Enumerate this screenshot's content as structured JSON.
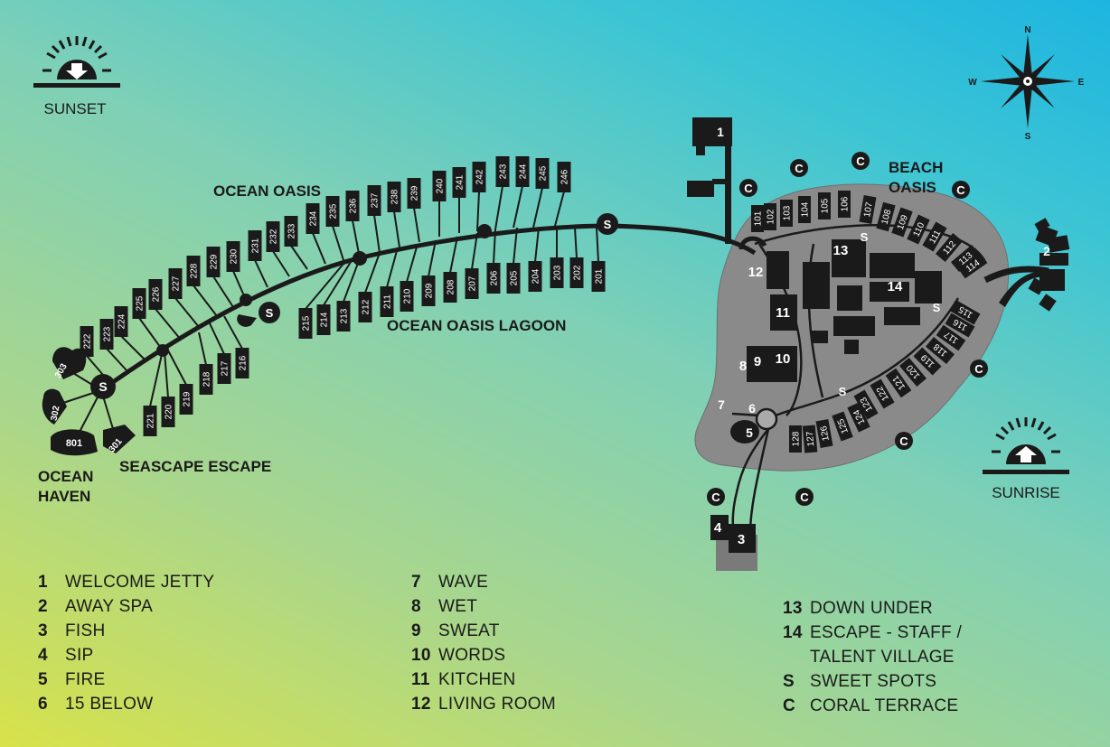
{
  "compass": {
    "n": "N",
    "e": "E",
    "s": "S",
    "w": "W"
  },
  "sun": {
    "sunset": "SUNSET",
    "sunrise": "SUNRISE"
  },
  "areas": {
    "ocean_oasis": "OCEAN OASIS",
    "ocean_oasis_lagoon": "OCEAN OASIS LAGOON",
    "beach_oasis_line1": "BEACH",
    "beach_oasis_line2": "OASIS",
    "seascape_escape": "SEASCAPE ESCAPE",
    "ocean_haven_line1": "OCEAN",
    "ocean_haven_line2": "HAVEN"
  },
  "villas": {
    "upper": [
      "222",
      "223",
      "224",
      "225",
      "226",
      "227",
      "228",
      "229",
      "230",
      "231",
      "232",
      "233",
      "234",
      "235",
      "236",
      "237",
      "238",
      "239",
      "240",
      "241",
      "242",
      "243",
      "244",
      "245",
      "246"
    ],
    "lower": [
      "221",
      "220",
      "219",
      "218",
      "217",
      "216",
      "215",
      "214",
      "213",
      "212",
      "211",
      "210",
      "209",
      "208",
      "207",
      "206",
      "205",
      "204",
      "203",
      "202",
      "201"
    ],
    "haven": [
      "303",
      "302",
      "801",
      "301"
    ],
    "island_top": [
      "101",
      "102",
      "103",
      "104",
      "105",
      "106",
      "107",
      "108",
      "109",
      "110",
      "111",
      "112",
      "113",
      "114"
    ],
    "island_bottom": [
      "115",
      "116",
      "117",
      "118",
      "119",
      "120",
      "121",
      "122",
      "123",
      "124",
      "125",
      "126",
      "127",
      "128"
    ]
  },
  "map_markers": {
    "sweet": "S",
    "coral": "C",
    "m1": "1",
    "m2": "2",
    "m3": "3",
    "m4": "4",
    "m5": "5",
    "m6": "6",
    "m7": "7",
    "m8": "8",
    "m9": "9",
    "m10": "10",
    "m11": "11",
    "m12": "12",
    "m13": "13",
    "m14": "14"
  },
  "legend": {
    "col1": [
      {
        "k": "1",
        "v": "WELCOME JETTY"
      },
      {
        "k": "2",
        "v": "AWAY SPA"
      },
      {
        "k": "3",
        "v": "FISH"
      },
      {
        "k": "4",
        "v": "SIP"
      },
      {
        "k": "5",
        "v": "FIRE"
      },
      {
        "k": "6",
        "v": "15 BELOW"
      }
    ],
    "col2": [
      {
        "k": "7",
        "v": "WAVE"
      },
      {
        "k": "8",
        "v": "WET"
      },
      {
        "k": "9",
        "v": "SWEAT"
      },
      {
        "k": "10",
        "v": "WORDS"
      },
      {
        "k": "11",
        "v": "KITCHEN"
      },
      {
        "k": "12",
        "v": "LIVING ROOM"
      }
    ],
    "col3": [
      {
        "k": "13",
        "v": "DOWN UNDER"
      },
      {
        "k": "14",
        "v": "ESCAPE - STAFF /",
        "cont": "TALENT VILLAGE"
      },
      {
        "k": "S",
        "v": "SWEET SPOTS"
      },
      {
        "k": "C",
        "v": "CORAL TERRACE"
      }
    ]
  }
}
